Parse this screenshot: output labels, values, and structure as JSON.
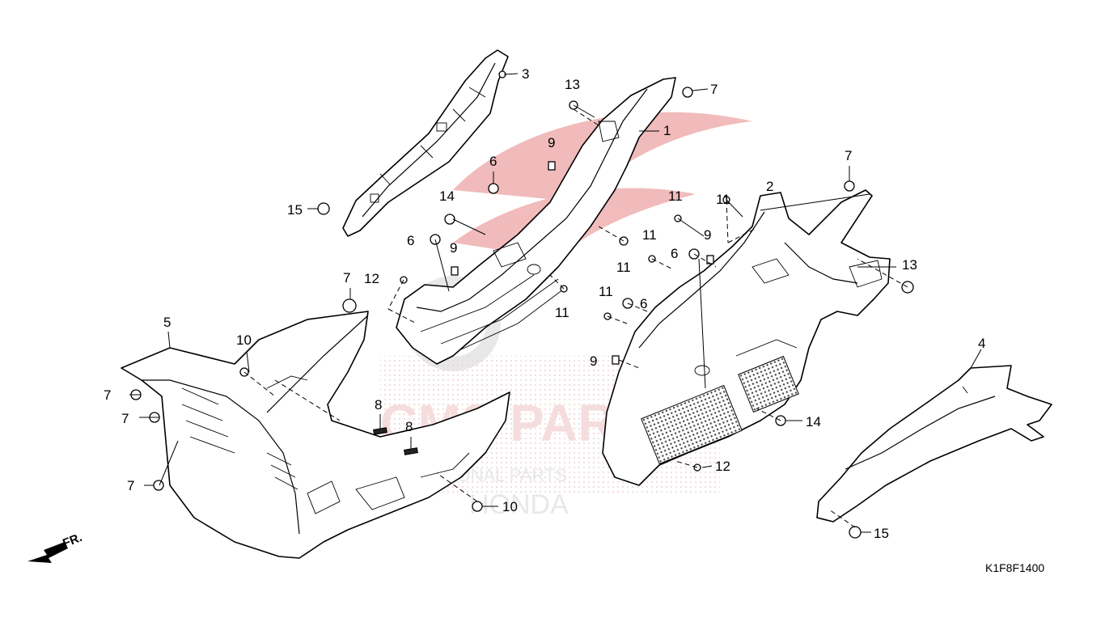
{
  "diagram_code": "K1F8F1400",
  "front_indicator": "FR.",
  "watermark": {
    "brand_text": "CMS PARTS",
    "sub_text": "INTERNATIONAL PARTS",
    "maker_text": "HONDA",
    "color": "#e8a0a0"
  },
  "callouts": [
    {
      "id": "c3",
      "text": "3"
    },
    {
      "id": "c13a",
      "text": "13"
    },
    {
      "id": "c7a",
      "text": "7"
    },
    {
      "id": "c1",
      "text": "1"
    },
    {
      "id": "c9a",
      "text": "9"
    },
    {
      "id": "c6a",
      "text": "6"
    },
    {
      "id": "c14a",
      "text": "14"
    },
    {
      "id": "c15a",
      "text": "15"
    },
    {
      "id": "c6b",
      "text": "6"
    },
    {
      "id": "c9b",
      "text": "9"
    },
    {
      "id": "c7b",
      "text": "7"
    },
    {
      "id": "c2",
      "text": "2"
    },
    {
      "id": "c11a",
      "text": "11"
    },
    {
      "id": "c11b",
      "text": "11"
    },
    {
      "id": "c9c",
      "text": "9"
    },
    {
      "id": "c11c",
      "text": "11"
    },
    {
      "id": "c11d",
      "text": "11"
    },
    {
      "id": "c6c",
      "text": "6"
    },
    {
      "id": "c13b",
      "text": "13"
    },
    {
      "id": "c7c",
      "text": "7"
    },
    {
      "id": "c12a",
      "text": "12"
    },
    {
      "id": "c11e",
      "text": "11"
    },
    {
      "id": "c11f",
      "text": "11"
    },
    {
      "id": "c6d",
      "text": "6"
    },
    {
      "id": "c5",
      "text": "5"
    },
    {
      "id": "c10a",
      "text": "10"
    },
    {
      "id": "c9d",
      "text": "9"
    },
    {
      "id": "c4",
      "text": "4"
    },
    {
      "id": "c7d",
      "text": "7"
    },
    {
      "id": "c7e",
      "text": "7"
    },
    {
      "id": "c8a",
      "text": "8"
    },
    {
      "id": "c8b",
      "text": "8"
    },
    {
      "id": "c14b",
      "text": "14"
    },
    {
      "id": "c7f",
      "text": "7"
    },
    {
      "id": "c12b",
      "text": "12"
    },
    {
      "id": "c10b",
      "text": "10"
    },
    {
      "id": "c15b",
      "text": "15"
    }
  ]
}
